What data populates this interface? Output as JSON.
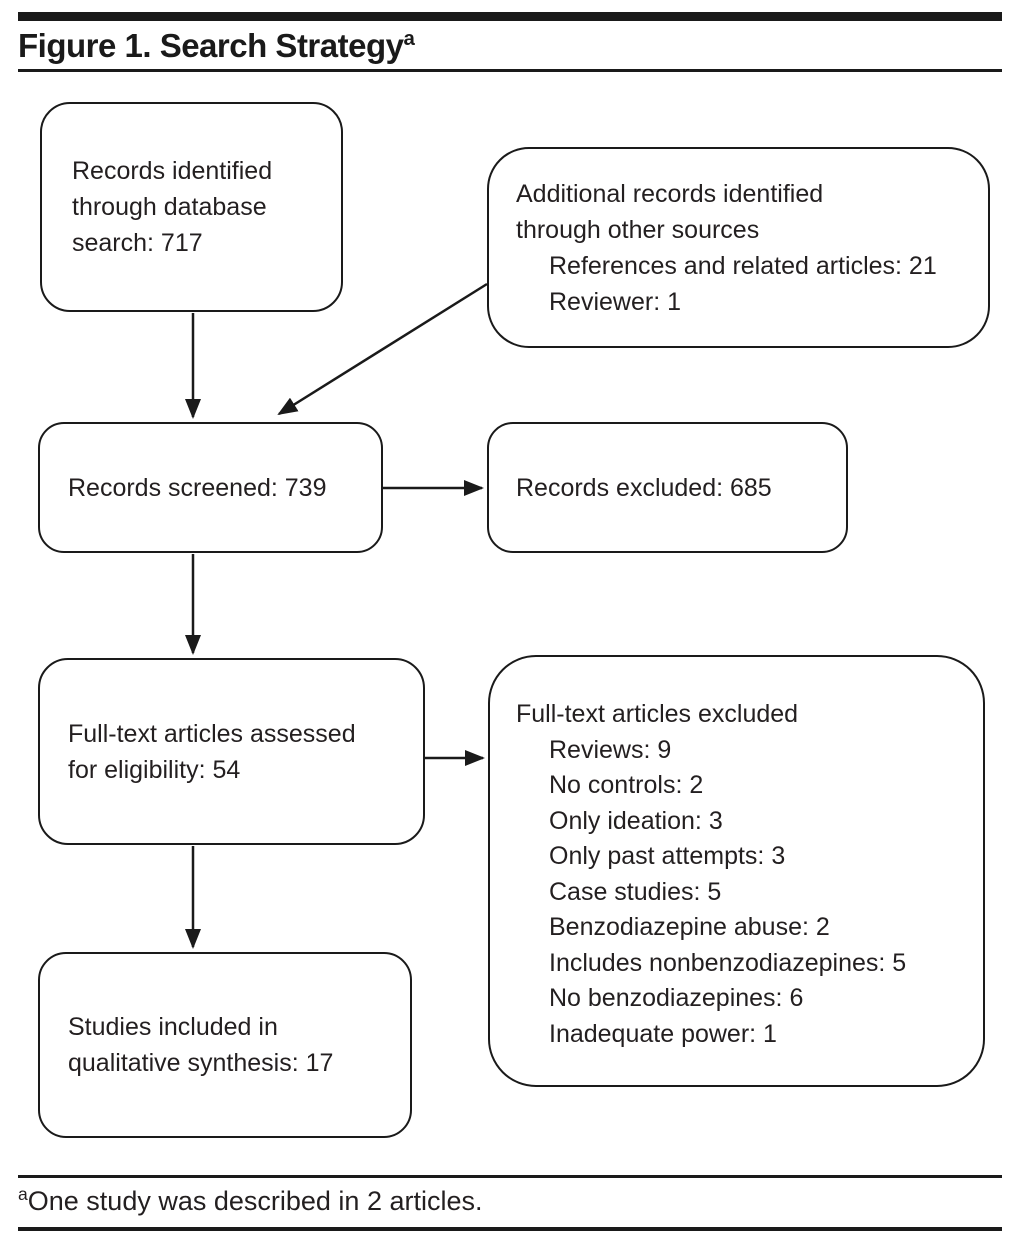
{
  "title": {
    "text": "Figure 1. Search Strategy",
    "sup": "a"
  },
  "boxes": {
    "identified": {
      "lines": [
        "Records identified",
        "through database",
        "search: 717"
      ]
    },
    "additional": {
      "header": [
        "Additional records identified",
        "through other sources"
      ],
      "items": [
        "References and related articles: 21",
        "Reviewer: 1"
      ]
    },
    "screened": {
      "text": "Records screened: 739"
    },
    "excluded": {
      "text": "Records excluded: 685"
    },
    "fulltext": {
      "lines": [
        "Full-text articles assessed",
        "for eligibility: 54"
      ]
    },
    "fulltext_excluded": {
      "header": "Full-text articles excluded",
      "items": [
        "Reviews: 9",
        "No controls: 2",
        "Only ideation: 3",
        "Only past attempts: 3",
        "Case studies: 5",
        "Benzodiazepine abuse: 2",
        "Includes nonbenzodiazepines: 5",
        "No benzodiazepines: 6",
        "Inadequate power: 1"
      ]
    },
    "included": {
      "lines": [
        "Studies included in",
        "qualitative synthesis: 17"
      ]
    }
  },
  "footnote": {
    "sup": "a",
    "text": "One study was described in 2 articles."
  },
  "colors": {
    "line": "#1a1a1a",
    "text": "#231f20",
    "background": "#ffffff"
  }
}
